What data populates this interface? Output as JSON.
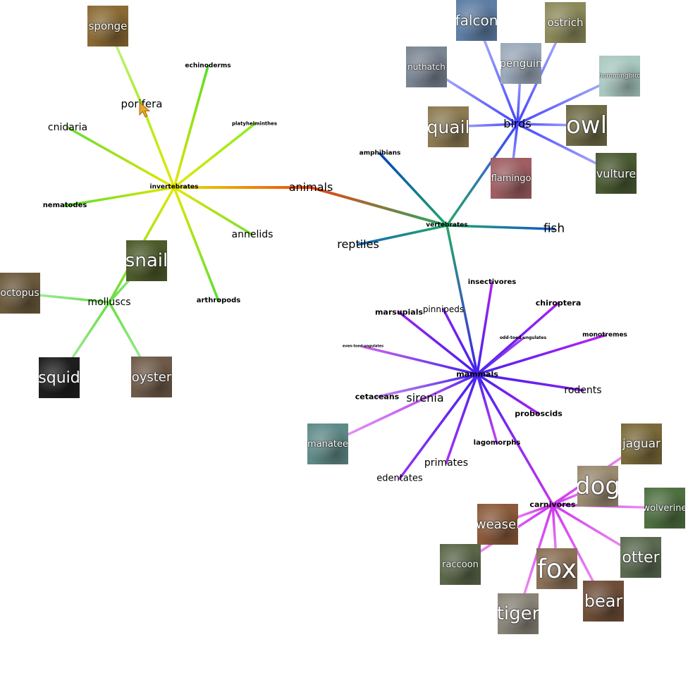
{
  "diagram": {
    "root": "animals",
    "nodes": [
      {
        "id": "animals",
        "label": "animals",
        "parent": null,
        "kind": "text"
      },
      {
        "id": "invertebrates",
        "label": "invertebrates",
        "parent": "animals",
        "kind": "text"
      },
      {
        "id": "vertebrates",
        "label": "vertebrates",
        "parent": "animals",
        "kind": "text"
      },
      {
        "id": "porifera",
        "label": "porifera",
        "parent": "invertebrates",
        "kind": "text"
      },
      {
        "id": "sponge",
        "label": "sponge",
        "parent": "porifera",
        "kind": "photo",
        "tint": "#8a6a34"
      },
      {
        "id": "echinoderms",
        "label": "echinoderms",
        "parent": "invertebrates",
        "kind": "text"
      },
      {
        "id": "platyhelminthes",
        "label": "platyhelminthes",
        "parent": "invertebrates",
        "kind": "text"
      },
      {
        "id": "cnidaria",
        "label": "cnidaria",
        "parent": "invertebrates",
        "kind": "text"
      },
      {
        "id": "nematodes",
        "label": "nematodes",
        "parent": "invertebrates",
        "kind": "text"
      },
      {
        "id": "annelids",
        "label": "annelids",
        "parent": "invertebrates",
        "kind": "text"
      },
      {
        "id": "arthropods",
        "label": "arthropods",
        "parent": "invertebrates",
        "kind": "text"
      },
      {
        "id": "molluscs",
        "label": "molluscs",
        "parent": "invertebrates",
        "kind": "text"
      },
      {
        "id": "snail",
        "label": "snail",
        "parent": "molluscs",
        "kind": "photo",
        "tint": "#4d5a2a"
      },
      {
        "id": "octopus",
        "label": "octopus",
        "parent": "molluscs",
        "kind": "photo",
        "tint": "#6b5a3c"
      },
      {
        "id": "squid",
        "label": "squid",
        "parent": "molluscs",
        "kind": "photo",
        "tint": "#1e1e1e"
      },
      {
        "id": "oyster",
        "label": "oyster",
        "parent": "molluscs",
        "kind": "photo",
        "tint": "#6e5a48"
      },
      {
        "id": "birds",
        "label": "birds",
        "parent": "vertebrates",
        "kind": "text"
      },
      {
        "id": "falcon",
        "label": "falcon",
        "parent": "birds",
        "kind": "photo",
        "tint": "#5e7ea4"
      },
      {
        "id": "ostrich",
        "label": "ostrich",
        "parent": "birds",
        "kind": "photo",
        "tint": "#8c8a5a"
      },
      {
        "id": "nuthatch",
        "label": "nuthatch",
        "parent": "birds",
        "kind": "photo",
        "tint": "#7a8592"
      },
      {
        "id": "penguin",
        "label": "penguin",
        "parent": "birds",
        "kind": "photo",
        "tint": "#9aa8b8"
      },
      {
        "id": "hummingbird",
        "label": "hummingbird",
        "parent": "birds",
        "kind": "photo",
        "tint": "#a9c8c0"
      },
      {
        "id": "quail",
        "label": "quail",
        "parent": "birds",
        "kind": "photo",
        "tint": "#8c7a52"
      },
      {
        "id": "owl",
        "label": "owl",
        "parent": "birds",
        "kind": "photo",
        "tint": "#6e6a46"
      },
      {
        "id": "flamingo",
        "label": "flamingo",
        "parent": "birds",
        "kind": "photo",
        "tint": "#9e5e62"
      },
      {
        "id": "vulture",
        "label": "vulture",
        "parent": "birds",
        "kind": "photo",
        "tint": "#4a5a32"
      },
      {
        "id": "amphibians",
        "label": "amphibians",
        "parent": "vertebrates",
        "kind": "text"
      },
      {
        "id": "reptiles",
        "label": "reptiles",
        "parent": "vertebrates",
        "kind": "text"
      },
      {
        "id": "fish",
        "label": "fish",
        "parent": "vertebrates",
        "kind": "text"
      },
      {
        "id": "mammals",
        "label": "mammals",
        "parent": "vertebrates",
        "kind": "text"
      },
      {
        "id": "insectivores",
        "label": "insectivores",
        "parent": "mammals",
        "kind": "text"
      },
      {
        "id": "chiroptera",
        "label": "chiroptera",
        "parent": "mammals",
        "kind": "text"
      },
      {
        "id": "marsupials",
        "label": "marsupials",
        "parent": "mammals",
        "kind": "text"
      },
      {
        "id": "pinnipeds",
        "label": "pinnipeds",
        "parent": "mammals",
        "kind": "text"
      },
      {
        "id": "odd-toed-ungulates",
        "label": "odd-toed ungulates",
        "parent": "mammals",
        "kind": "text"
      },
      {
        "id": "monotremes",
        "label": "monotremes",
        "parent": "mammals",
        "kind": "text"
      },
      {
        "id": "even-toed-ungulates",
        "label": "even-toed ungulates",
        "parent": "mammals",
        "kind": "text"
      },
      {
        "id": "rodents",
        "label": "rodents",
        "parent": "mammals",
        "kind": "text"
      },
      {
        "id": "cetaceans",
        "label": "cetaceans",
        "parent": "mammals",
        "kind": "text"
      },
      {
        "id": "sirenia",
        "label": "sirenia",
        "parent": "mammals",
        "kind": "text"
      },
      {
        "id": "manatee",
        "label": "manatee",
        "parent": "sirenia",
        "kind": "photo",
        "tint": "#5f8a88"
      },
      {
        "id": "proboscids",
        "label": "proboscids",
        "parent": "mammals",
        "kind": "text"
      },
      {
        "id": "lagomorphs",
        "label": "lagomorphs",
        "parent": "mammals",
        "kind": "text"
      },
      {
        "id": "primates",
        "label": "primates",
        "parent": "mammals",
        "kind": "text"
      },
      {
        "id": "edentates",
        "label": "edentates",
        "parent": "mammals",
        "kind": "text"
      },
      {
        "id": "carnivores",
        "label": "carnivores",
        "parent": "mammals",
        "kind": "text"
      },
      {
        "id": "jaguar",
        "label": "jaguar",
        "parent": "carnivores",
        "kind": "photo",
        "tint": "#7a6a3a"
      },
      {
        "id": "dog",
        "label": "dog",
        "parent": "carnivores",
        "kind": "photo",
        "tint": "#9a8a70"
      },
      {
        "id": "wolverine",
        "label": "wolverine",
        "parent": "carnivores",
        "kind": "photo",
        "tint": "#4e7040"
      },
      {
        "id": "weasel",
        "label": "weasel",
        "parent": "carnivores",
        "kind": "photo",
        "tint": "#8a5a3a"
      },
      {
        "id": "otter",
        "label": "otter",
        "parent": "carnivores",
        "kind": "photo",
        "tint": "#5a6a50"
      },
      {
        "id": "raccoon",
        "label": "raccoon",
        "parent": "carnivores",
        "kind": "photo",
        "tint": "#5a6648"
      },
      {
        "id": "fox",
        "label": "fox",
        "parent": "carnivores",
        "kind": "photo",
        "tint": "#8a7056"
      },
      {
        "id": "bear",
        "label": "bear",
        "parent": "carnivores",
        "kind": "photo",
        "tint": "#6e4e38"
      },
      {
        "id": "tiger",
        "label": "tiger",
        "parent": "carnivores",
        "kind": "photo",
        "tint": "#8a8478"
      }
    ]
  }
}
